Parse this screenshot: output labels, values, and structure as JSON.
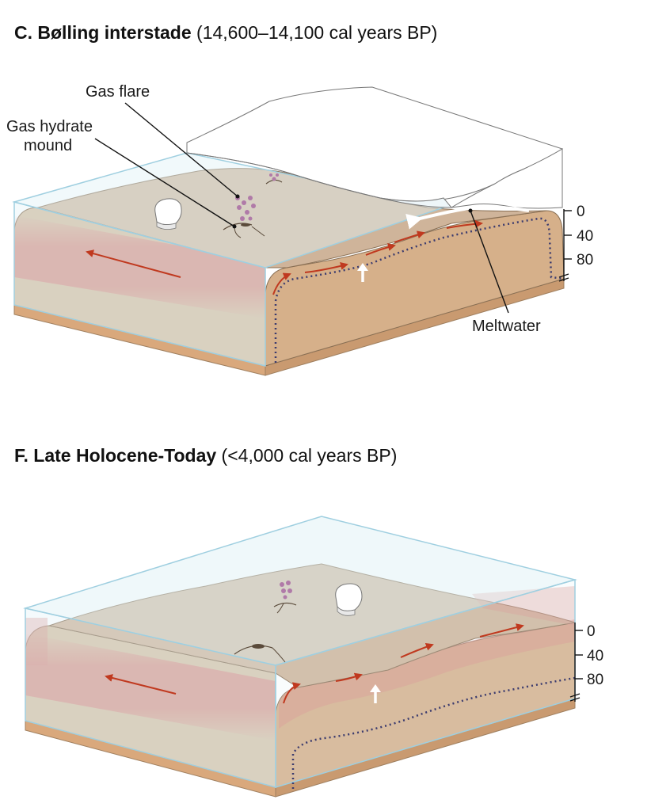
{
  "panels": [
    {
      "id": "C",
      "title_bold": "C. Bølling interstade",
      "title_rest": " (14,600–14,100 cal years BP)",
      "labels": {
        "gas_flare": "Gas flare",
        "gas_hydrate_line1": "Gas hydrate",
        "gas_hydrate_line2": "mound",
        "meltwater": "Meltwater"
      },
      "depth_ticks": [
        "0",
        "40",
        "80"
      ]
    },
    {
      "id": "F",
      "title_bold": "F. Late Holocene-Today",
      "title_rest": " (<4,000 cal years BP)",
      "depth_ticks": [
        "0",
        "40",
        "80"
      ]
    }
  ],
  "colors": {
    "sediment_top": "#cfb49a",
    "sediment_front": "#d6b08a",
    "sediment_base": "#d9a87c",
    "warm_water_band": "#d98c86",
    "water_box": "#dff1f6",
    "water_edge": "#9fcfe0",
    "ice_sheet": "#ffffff",
    "arrow_red": "#c0391f",
    "hydrate_boundary": "#3b3b6e",
    "gas_bubbles": "#b07aa8"
  }
}
